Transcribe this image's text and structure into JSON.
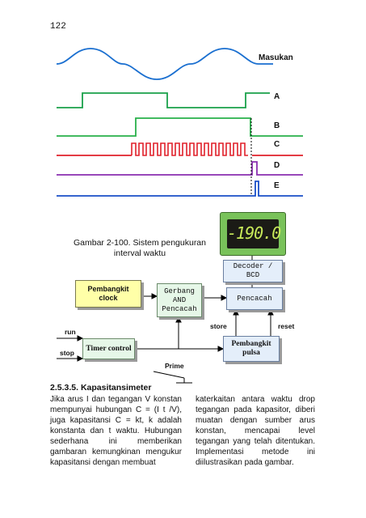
{
  "page_number": "122",
  "waveform_labels": {
    "masukan": "Masukan",
    "a": "A",
    "b": "B",
    "c": "C",
    "d": "D",
    "e": "E"
  },
  "caption": "Gambar 2-100. Sistem pengukuran interval waktu",
  "display": {
    "reading": "-190.0"
  },
  "blocks": {
    "decoder": "Decoder / BCD",
    "pencacah": "Pencacah",
    "gerbang": "Gerbang AND Pencacah",
    "pembangkit_clock": "Pembangkit clock",
    "timer_control": "Timer control",
    "pembangkit_pulsa": "Pembangkit pulsa"
  },
  "signal_labels": {
    "run": "run",
    "stop": "stop",
    "store": "store",
    "reset": "reset",
    "prime": "Prime"
  },
  "section": {
    "title": "2.5.3.5. Kapasitansimeter",
    "left_text": "Jika arus I dan tegangan V konstan mempunyai hubungan C = (I t /V), juga kapasitansi C = kt, k adalah konstanta dan t waktu. Hubungan sederhana ini memberikan gambaran kemungkinan mengukur kapasitansi dengan membuat",
    "right_text": "katerkaitan antara waktu drop tegangan pada kapasitor, diberi muatan dengan sumber arus konstan, mencapai level tegangan yang telah ditentukan. Implementasi metode ini diilustrasikan pada gambar."
  },
  "colors": {
    "sine": "#1a6fd0",
    "wave_a": "#1aa14a",
    "wave_b": "#28b04a",
    "wave_c": "#e0202a",
    "wave_d": "#8a2fb0",
    "wave_e": "#1a4fc8"
  }
}
